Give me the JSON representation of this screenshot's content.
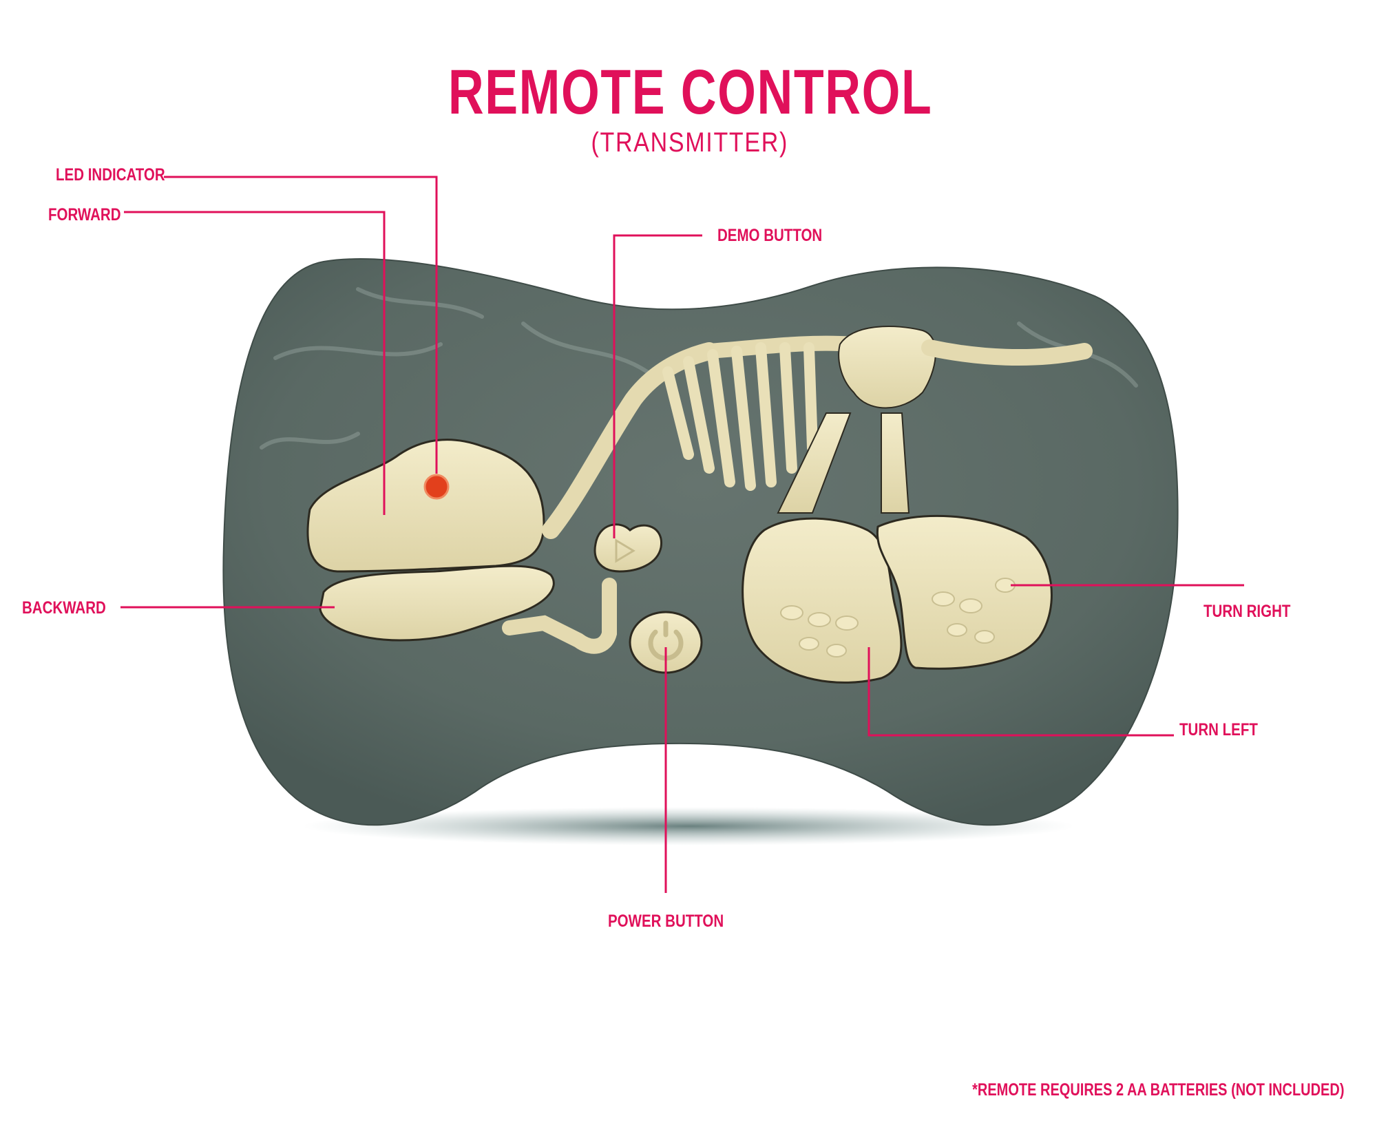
{
  "header": {
    "title": "REMOTE CONTROL",
    "subtitle": "(TRANSMITTER)"
  },
  "callouts": [
    {
      "id": "led-indicator",
      "label": "LED INDICATOR"
    },
    {
      "id": "forward",
      "label": "FORWARD"
    },
    {
      "id": "demo-button",
      "label": "DEMO BUTTON"
    },
    {
      "id": "backward",
      "label": "BACKWARD"
    },
    {
      "id": "turn-right",
      "label": "TURN RIGHT"
    },
    {
      "id": "turn-left",
      "label": "TURN LEFT"
    },
    {
      "id": "power-button",
      "label": "POWER BUTTON"
    }
  ],
  "footnote": "*REMOTE REQUIRES 2 AA BATTERIES (NOT INCLUDED)",
  "colors": {
    "accent": "#e0105a",
    "body": "#5e6c67",
    "bone": "#e9e0b8",
    "led": "#e2401c"
  }
}
